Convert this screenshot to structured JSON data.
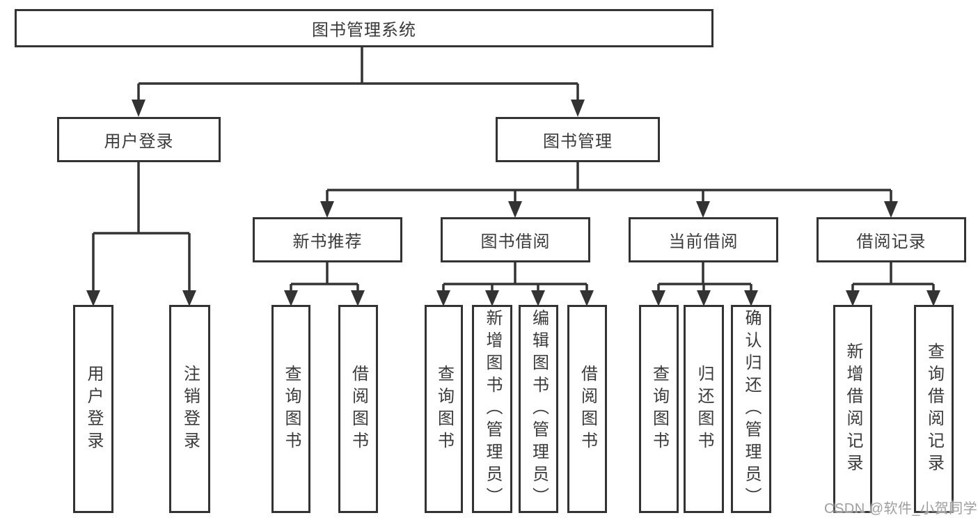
{
  "tree": {
    "label": "图书管理系统",
    "children": [
      {
        "label": "用户登录",
        "children": [
          {
            "label": "用户登录"
          },
          {
            "label": "注销登录"
          }
        ]
      },
      {
        "label": "图书管理",
        "children": [
          {
            "label": "新书推荐",
            "children": [
              {
                "label": "查询图书"
              },
              {
                "label": "借阅图书"
              }
            ]
          },
          {
            "label": "图书借阅",
            "children": [
              {
                "label": "查询图书"
              },
              {
                "label": "新增图书（管理员）"
              },
              {
                "label": "编辑图书（管理员）"
              },
              {
                "label": "借阅图书"
              }
            ]
          },
          {
            "label": "当前借阅",
            "children": [
              {
                "label": "查询图书"
              },
              {
                "label": "归还图书"
              },
              {
                "label": "确认归还（管理员）"
              }
            ]
          },
          {
            "label": "借阅记录",
            "children": [
              {
                "label": "新增借阅记录"
              },
              {
                "label": "查询借阅记录"
              }
            ]
          }
        ]
      }
    ]
  },
  "watermark": {
    "text": "CSDN @软件_小贺同学"
  },
  "colors": {
    "line": "#333333",
    "box_border": "#333333",
    "box_fill": "#ffffff",
    "text": "#3a3a3a",
    "watermark": "#9e9e9e"
  }
}
